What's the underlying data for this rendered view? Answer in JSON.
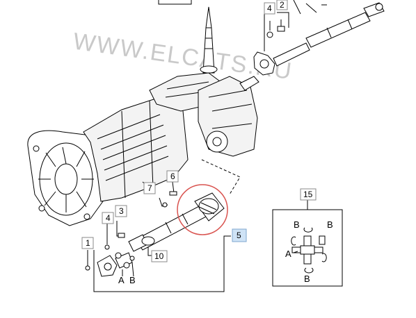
{
  "watermark": "WWW.ELCATS.RU",
  "callouts": [
    {
      "id": "c1",
      "label": "1"
    },
    {
      "id": "c2",
      "label": "2"
    },
    {
      "id": "c3",
      "label": "3"
    },
    {
      "id": "c4a",
      "label": "4"
    },
    {
      "id": "c4b",
      "label": "4"
    },
    {
      "id": "c5",
      "label": "5",
      "highlighted": true
    },
    {
      "id": "c6",
      "label": "6"
    },
    {
      "id": "c7",
      "label": "7"
    },
    {
      "id": "c10",
      "label": "10"
    },
    {
      "id": "c15",
      "label": "15"
    }
  ],
  "joint_letters": {
    "a": "A",
    "b": "B"
  },
  "colors": {
    "highlight_fill": "#cfe3f6",
    "highlight_circle": "#d9534f",
    "watermark": "#c9c9c9"
  }
}
